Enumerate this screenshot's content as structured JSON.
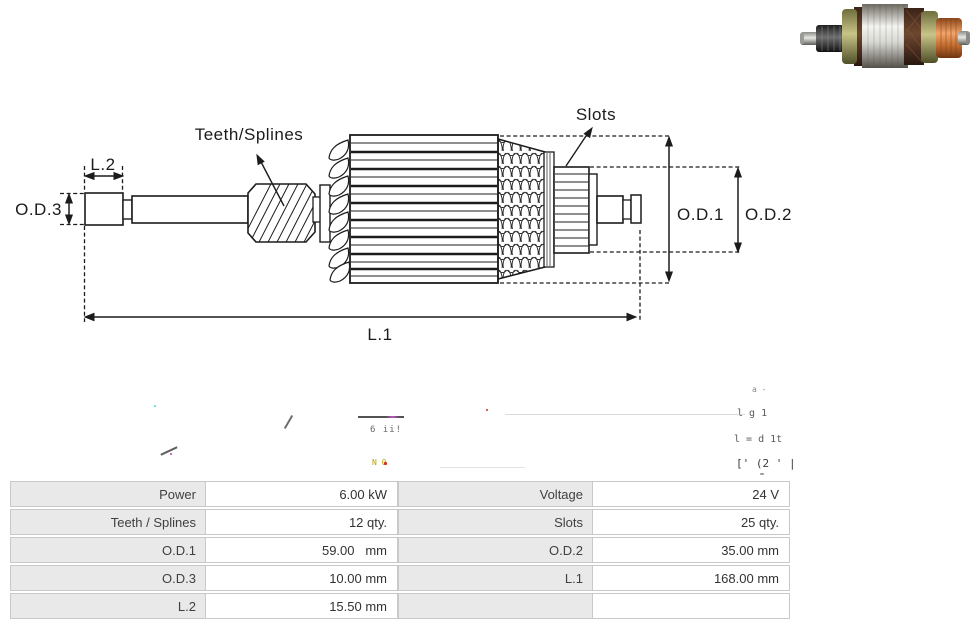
{
  "diagram": {
    "labels": {
      "l2": "L.2",
      "od3": "O.D.3",
      "teeth_splines": "Teeth/Splines",
      "slots": "Slots",
      "od1": "O.D.1",
      "od2": "O.D.2",
      "l1": "L.1"
    }
  },
  "photo": {
    "alt_name": "armature-product-photo"
  },
  "table": {
    "rows": [
      {
        "label1": "Power",
        "value1": "6.00 kW",
        "label2": "Voltage",
        "value2": "24 V"
      },
      {
        "label1": "Teeth / Splines",
        "value1": "12 qty.",
        "label2": "Slots",
        "value2": "25 qty."
      },
      {
        "label1": "O.D.1",
        "value1": "59.00   mm",
        "label2": "O.D.2",
        "value2": "35.00 mm"
      },
      {
        "label1": "O.D.3",
        "value1": "10.00 mm",
        "label2": "L.1",
        "value2": "168.00 mm"
      },
      {
        "label1": "L.2",
        "value1": "15.50 mm",
        "label2": "",
        "value2": ""
      }
    ]
  },
  "artifacts": {
    "frag_top": "a -",
    "frag_1": "l  g 1",
    "frag_2": "l =  d 1t",
    "frag_3": "[' (2 ' |",
    "frag_mid": "6 ii!",
    "frag_mid2": "N  0"
  },
  "colors": {
    "diagram_line": "#1c1c1c",
    "table_label_bg": "#e9e9e9",
    "table_border": "#c9c9c9",
    "text": "#3d3d3d",
    "photo_copper": "#c97a3c",
    "photo_green_ring": "#8f8f52",
    "photo_steel": "#d6d6d2"
  }
}
